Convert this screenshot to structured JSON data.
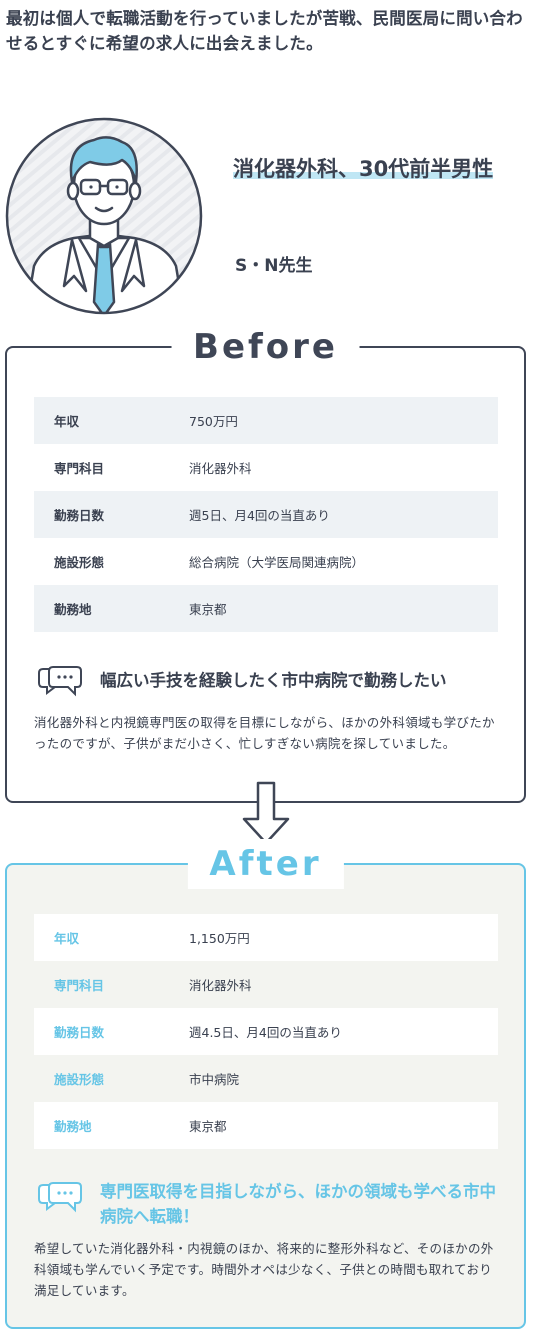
{
  "intro": "最初は個人で転職活動を行っていましたが苦戦、民間医局に問い合わせるとすぐに希望の求人に出会えました。",
  "profile": {
    "title": "消化器外科、30代前半男性",
    "name": "S・N先生"
  },
  "before": {
    "heading": "Before",
    "rows": [
      {
        "label": "年収",
        "value": "750万円"
      },
      {
        "label": "専門科目",
        "value": "消化器外科"
      },
      {
        "label": "勤務日数",
        "value": "週5日、月4回の当直あり"
      },
      {
        "label": "施設形態",
        "value": "総合病院（大学医局関連病院）"
      },
      {
        "label": "勤務地",
        "value": "東京都"
      }
    ],
    "catch": "幅広い手技を経験したく市中病院で勤務したい",
    "description": "消化器外科と内視鏡専門医の取得を目標にしながら、ほかの外科領域も学びたかったのですが、子供がまだ小さく、忙しすぎない病院を探していました。"
  },
  "after": {
    "heading": "After",
    "rows": [
      {
        "label": "年収",
        "value": "1,150万円"
      },
      {
        "label": "専門科目",
        "value": "消化器外科"
      },
      {
        "label": "勤務日数",
        "value": "週4.5日、月4回の当直あり"
      },
      {
        "label": "施設形態",
        "value": "市中病院"
      },
      {
        "label": "勤務地",
        "value": "東京都"
      }
    ],
    "catch": "専門医取得を目指しながら、ほかの領域も学べる市中病院へ転職！",
    "description": "希望していた消化器外科・内視鏡のほか、将来的に整形外科など、そのほかの外科領域も学んでいく予定です。時間外オペは少なく、子供との時間も取れており満足しています。"
  },
  "icons": {
    "avatar": "doctor-avatar-icon",
    "bubble": "speech-bubble-icon",
    "arrow": "down-arrow-icon"
  },
  "colors": {
    "text": "#3a4150",
    "accent": "#66c5e6",
    "before_border": "#3f4656",
    "after_bg": "#f3f4f0"
  }
}
